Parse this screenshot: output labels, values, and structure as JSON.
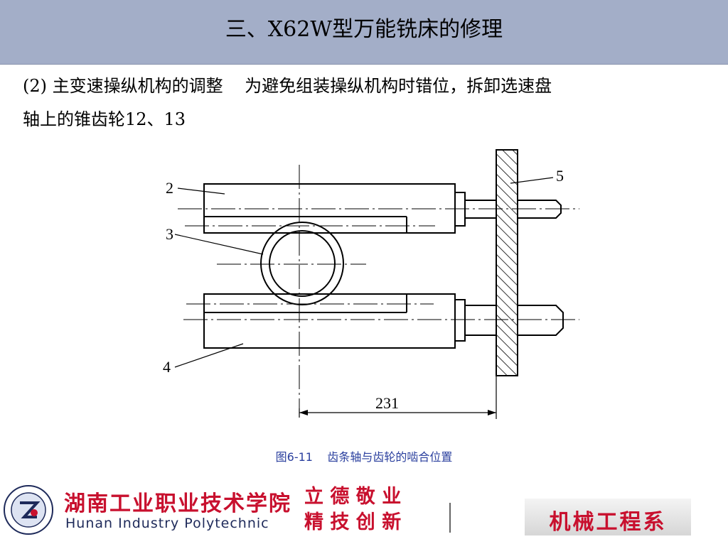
{
  "header": {
    "title": "三、X62W型万能铣床的修理"
  },
  "body": {
    "line1": "(2) 主变速操纵机构的调整    为避免组装操纵机构时错位，拆卸选速盘",
    "line2": "轴上的锥齿轮12、13"
  },
  "figure": {
    "labels": {
      "l2": "2",
      "l3": "3",
      "l4": "4",
      "l5": "5"
    },
    "dimension": "231",
    "caption": "图6-11    齿条轴与齿轮的啮合位置"
  },
  "footer": {
    "school_cn": "湖南工业职业技术学院",
    "school_en": "Hunan Industry Polytechnic",
    "motto_line1": "立 德 敬 业",
    "motto_line2": "精 技 创 新",
    "department": "机械工程系"
  }
}
